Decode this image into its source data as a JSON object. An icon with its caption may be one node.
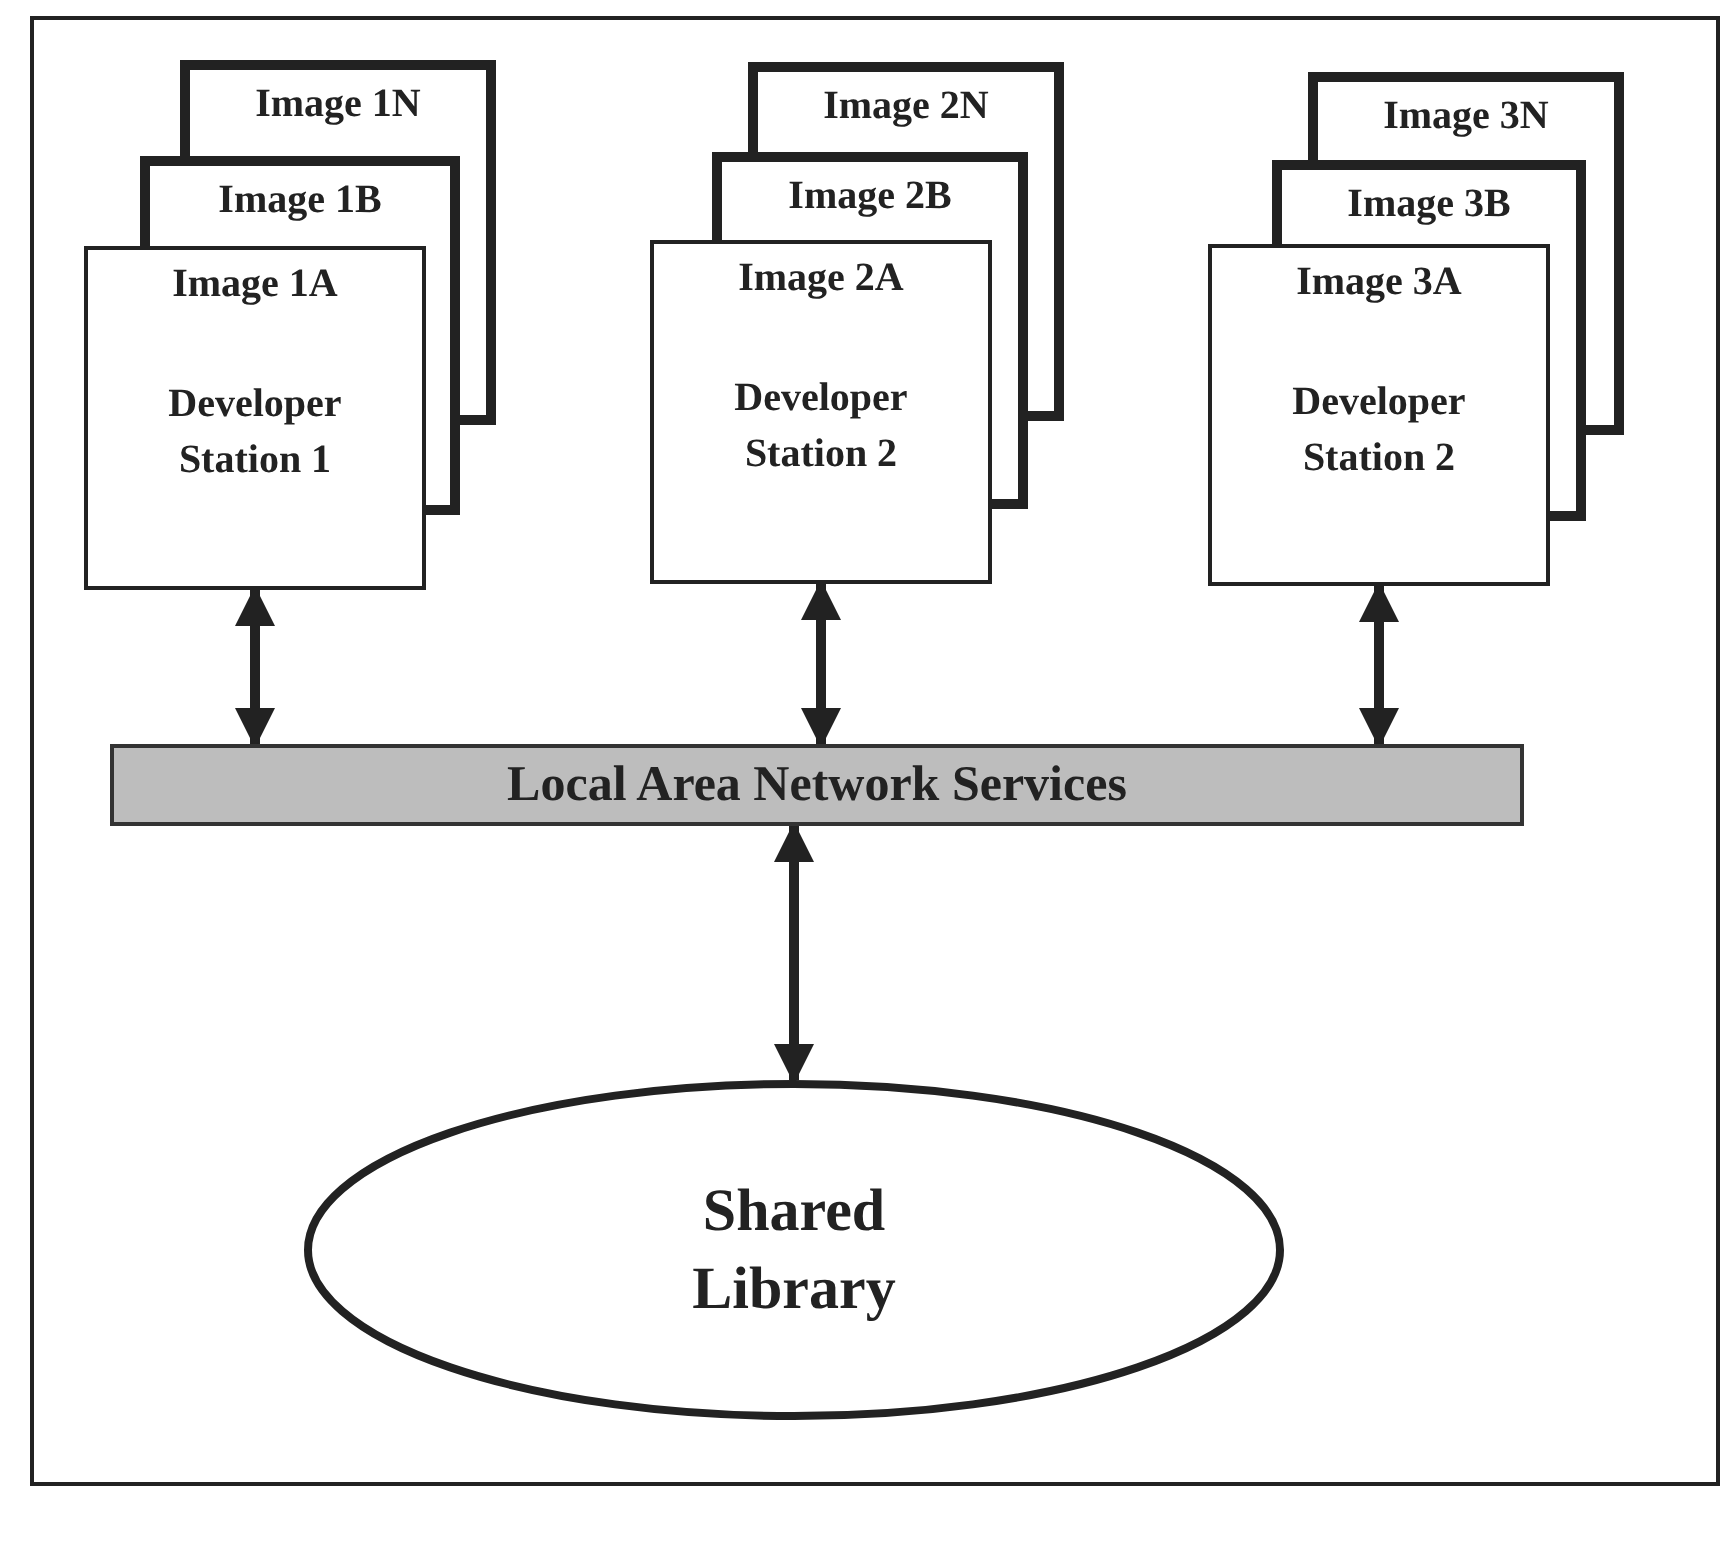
{
  "diagram": {
    "nodes": [
      {
        "text": [
          "Image 1N"
        ]
      },
      {
        "text": [
          "Image 1B"
        ]
      },
      {
        "text": [
          "Image 1A",
          "Developer Station 1"
        ]
      },
      {
        "text": [
          "Image 2N"
        ]
      },
      {
        "text": [
          "Image 2B"
        ]
      },
      {
        "text": [
          "Image 2A",
          "Developer Station 2"
        ]
      },
      {
        "text": [
          "Image 3N"
        ]
      },
      {
        "text": [
          "Image 3B"
        ]
      },
      {
        "text": [
          "Image 3A",
          "Developer Station 2"
        ]
      },
      {
        "text": [
          "Local Area Network Services"
        ]
      },
      {
        "text": [
          "Shared Library"
        ]
      }
    ],
    "edges": [
      {
        "from": 2,
        "to": 9,
        "arrow": "both"
      },
      {
        "from": 5,
        "to": 9,
        "arrow": "both"
      },
      {
        "from": 8,
        "to": 9,
        "arrow": "both"
      },
      {
        "from": 9,
        "to": 10,
        "arrow": "both"
      }
    ]
  }
}
